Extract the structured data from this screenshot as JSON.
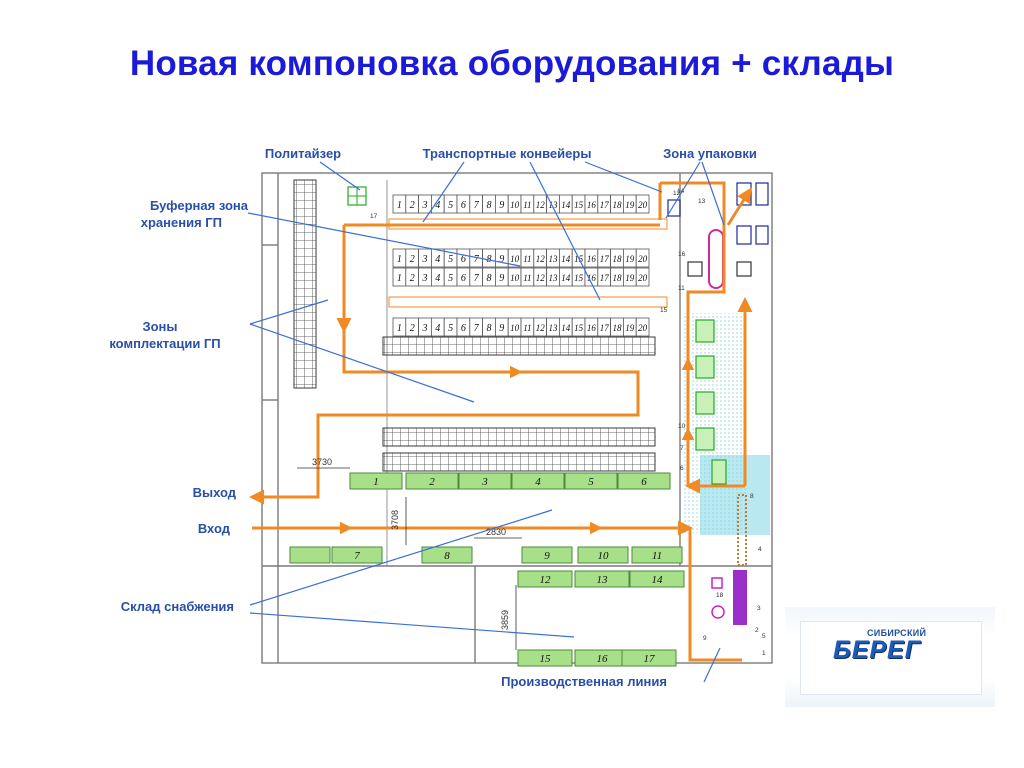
{
  "slide": {
    "title": "Новая компоновка оборудования + склады"
  },
  "labels": {
    "politizer": "Политайзер",
    "conveyors": "Транспортные конвейеры",
    "packing": "Зона упаковки",
    "buffer_line1": "Буферная зона",
    "buffer_line2": "хранения ГП",
    "picking_line1": "Зоны",
    "picking_line2": "комплектации ГП",
    "exit": "Выход",
    "entry": "Вход",
    "supply": "Склад снабжения",
    "production": "Производственная линия"
  },
  "plan": {
    "rack_numbers": [
      "1",
      "2",
      "3",
      "4",
      "5",
      "6",
      "7",
      "8",
      "9",
      "10",
      "11",
      "12",
      "13",
      "14",
      "15",
      "16",
      "17",
      "18",
      "19",
      "20"
    ],
    "zone_blocks_row1": [
      "1",
      "2",
      "3",
      "4",
      "5",
      "6"
    ],
    "zone_blocks_row2": [
      "7",
      "8",
      "9",
      "10",
      "11"
    ],
    "zone_blocks_row3": [
      "12",
      "13",
      "14"
    ],
    "zone_blocks_row4": [
      "15",
      "16",
      "17"
    ],
    "dimensions": [
      "3730",
      "3708",
      "2830",
      "3859"
    ],
    "equipment_numbers": [
      "1",
      "2",
      "3",
      "4",
      "5",
      "6",
      "7",
      "8",
      "9",
      "10",
      "11",
      "12",
      "13",
      "14",
      "15",
      "16",
      "17",
      "18"
    ],
    "colors": {
      "walls": "#7a7a7a",
      "flow_arrows": "#f08a24",
      "green_blocks": "#a8e08a",
      "cyan_zone": "#7fd6e6",
      "purple_equipment": "#9b2fc8",
      "callout_lines": "#3a6fd8"
    }
  },
  "logo": {
    "top_text": "СИБИРСКИЙ",
    "main_text": "БЕРЕГ"
  }
}
